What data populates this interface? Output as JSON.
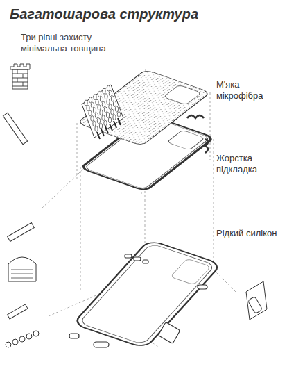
{
  "diagram": {
    "title": "Багатошарова структура",
    "labels": [
      "Три рівні захисту мінімальна товщина",
      "М'яка мікрофібра",
      "Жорстка підкладка",
      "Рідкий силікон"
    ]
  }
}
